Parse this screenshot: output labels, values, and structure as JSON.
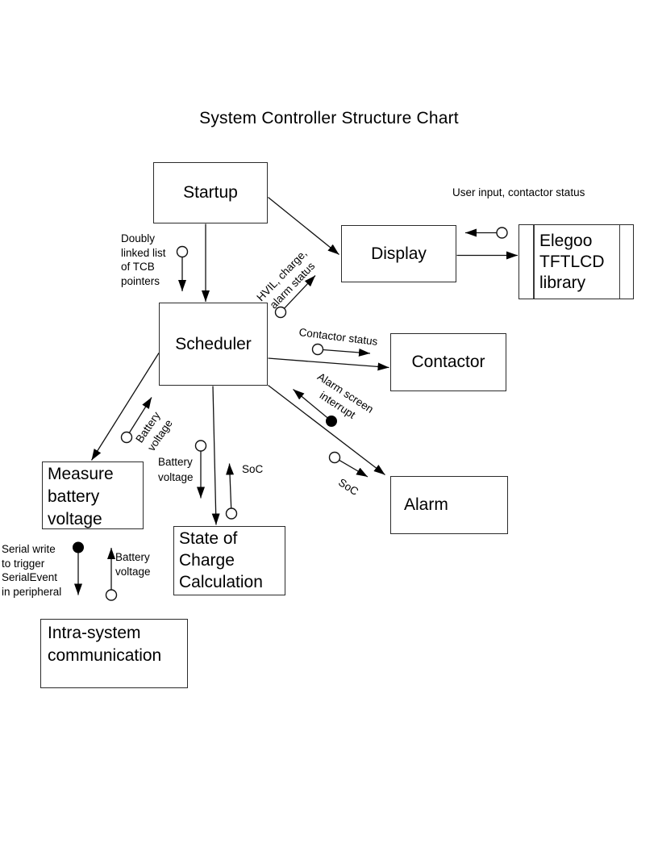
{
  "title": "System Controller Structure Chart",
  "modules": {
    "startup": "Startup",
    "display": "Display",
    "tftlcd_library": "Elegoo\nTFTLCD\nlibrary",
    "scheduler": "Scheduler",
    "contactor": "Contactor",
    "measure_battery_voltage": "Measure\nbattery\nvoltage",
    "state_of_charge": "State of\nCharge\nCalculation",
    "alarm": "Alarm",
    "intra_system_communication": "Intra-system\ncommunication"
  },
  "couple_labels": {
    "user_input": "User input, contactor status",
    "tcb_pointers": "Doubly\nlinked list\nof TCB\npointers",
    "hvil_charge_alarm": "HVIL, charge,\nalarm status",
    "contactor_status": "Contactor status",
    "alarm_screen_interrupt": "Alarm screen\ninterrupt",
    "soc_to_alarm": "SoC",
    "soc_return": "SoC",
    "battery_voltage_to_scheduler": "Battery\nvoltage",
    "battery_voltage_to_soc": "Battery\nvoltage",
    "battery_voltage_from_intra": "Battery\nvoltage",
    "serial_write_note": "Serial write\nto trigger\nSerialEvent\nin peripheral"
  },
  "colors": {
    "line": "#111111",
    "box_border": "#2b2b2b",
    "text": "#000000",
    "background": "#ffffff"
  }
}
